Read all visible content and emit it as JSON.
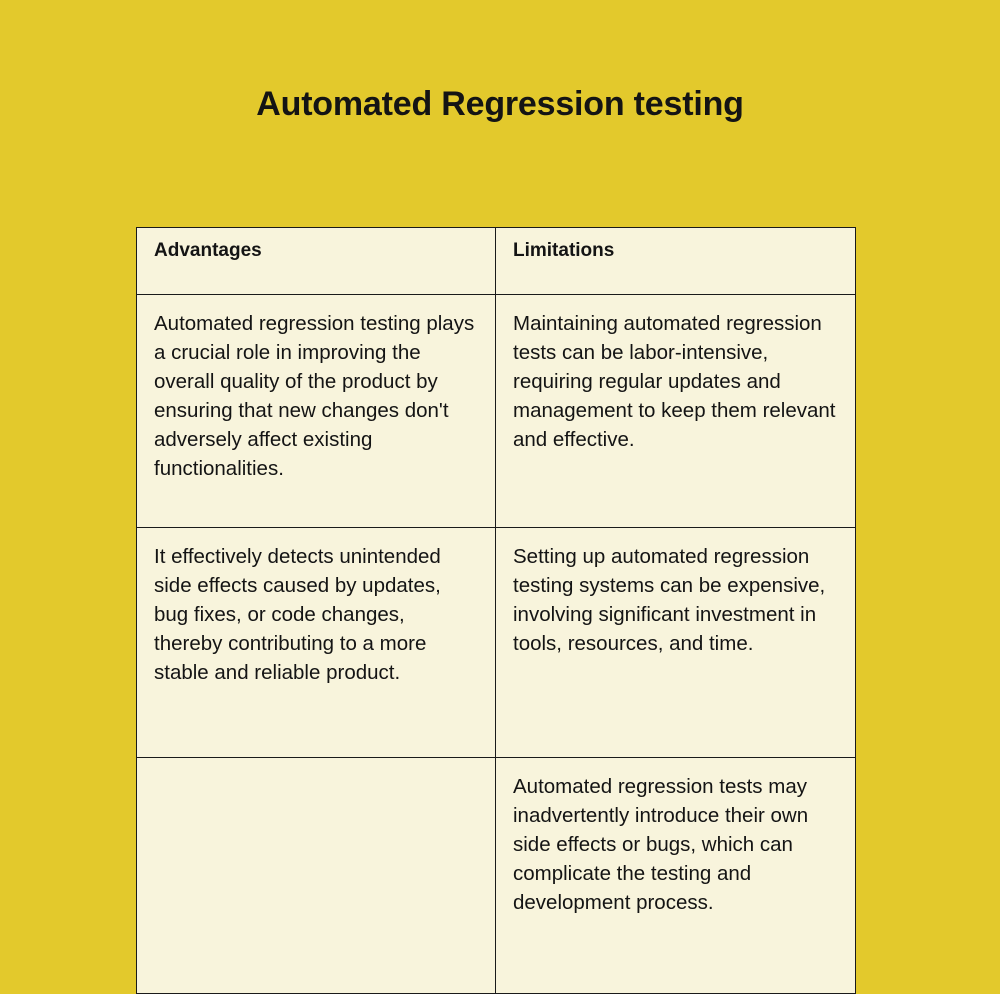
{
  "page": {
    "background_color": "#e3c92c",
    "title": "Automated Regression testing"
  },
  "table": {
    "cell_background_color": "#f8f4dc",
    "border_color": "#1a1a1a",
    "text_color": "#141414",
    "headers": [
      "Advantages",
      "Limitations"
    ],
    "rows": [
      {
        "advantages": "Automated regression testing plays a crucial role in improving the overall quality of the product by ensuring that new changes don't adversely affect existing functionalities.",
        "limitations": "Maintaining automated regression tests can be labor-intensive, requiring regular updates and management to keep them relevant and effective."
      },
      {
        "advantages": "It effectively detects unintended side effects caused by updates, bug fixes, or code changes, thereby contributing to a more stable and reliable product.",
        "limitations": "Setting up automated regression testing systems can be expensive, involving significant investment in tools, resources, and time."
      },
      {
        "advantages": "",
        "limitations": "Automated regression tests may inadvertently introduce their own side effects or bugs, which can complicate the testing and development process."
      }
    ]
  }
}
